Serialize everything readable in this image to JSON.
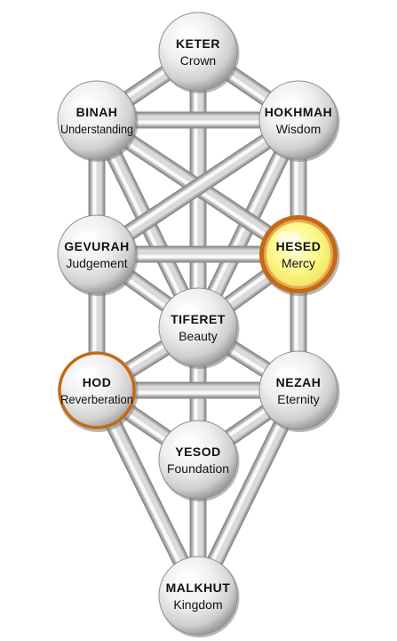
{
  "sefirot": [
    {
      "id": "keter",
      "title": "KETER",
      "subtitle": "Crown",
      "highlight": "none"
    },
    {
      "id": "binah",
      "title": "BINAH",
      "subtitle": "Understanding",
      "highlight": "none"
    },
    {
      "id": "hokhmah",
      "title": "HOKHMAH",
      "subtitle": "Wisdom",
      "highlight": "none"
    },
    {
      "id": "gevurah",
      "title": "GEVURAH",
      "subtitle": "Judgement",
      "highlight": "none"
    },
    {
      "id": "hesed",
      "title": "HESED",
      "subtitle": "Mercy",
      "highlight": "filled"
    },
    {
      "id": "tiferet",
      "title": "TIFERET",
      "subtitle": "Beauty",
      "highlight": "none"
    },
    {
      "id": "hod",
      "title": "HOD",
      "subtitle": "Reverberation",
      "highlight": "ring"
    },
    {
      "id": "nezah",
      "title": "NEZAH",
      "subtitle": "Eternity",
      "highlight": "none"
    },
    {
      "id": "yesod",
      "title": "YESOD",
      "subtitle": "Foundation",
      "highlight": "none"
    },
    {
      "id": "malkhut",
      "title": "MALKHUT",
      "subtitle": "Kingdom",
      "highlight": "none"
    }
  ],
  "paths": [
    [
      "keter",
      "binah"
    ],
    [
      "keter",
      "hokhmah"
    ],
    [
      "keter",
      "tiferet"
    ],
    [
      "binah",
      "hokhmah"
    ],
    [
      "binah",
      "gevurah"
    ],
    [
      "binah",
      "tiferet"
    ],
    [
      "hokhmah",
      "hesed"
    ],
    [
      "hokhmah",
      "tiferet"
    ],
    [
      "binah",
      "hesed"
    ],
    [
      "hokhmah",
      "gevurah"
    ],
    [
      "gevurah",
      "hesed"
    ],
    [
      "gevurah",
      "tiferet"
    ],
    [
      "gevurah",
      "hod"
    ],
    [
      "hesed",
      "tiferet"
    ],
    [
      "hesed",
      "nezah"
    ],
    [
      "tiferet",
      "hod"
    ],
    [
      "tiferet",
      "nezah"
    ],
    [
      "tiferet",
      "yesod"
    ],
    [
      "hod",
      "nezah"
    ],
    [
      "hod",
      "yesod"
    ],
    [
      "hod",
      "malkhut"
    ],
    [
      "nezah",
      "yesod"
    ],
    [
      "nezah",
      "malkhut"
    ],
    [
      "yesod",
      "malkhut"
    ]
  ],
  "colors": {
    "sphere_light": "#ffffff",
    "sphere_mid": "#e6e6e6",
    "sphere_dark": "#9a9a9a",
    "path_light": "#f4f4f4",
    "path_dark": "#b4b4b4",
    "highlight_fill": "#fcf98a",
    "highlight_ring": "#c46a12"
  }
}
